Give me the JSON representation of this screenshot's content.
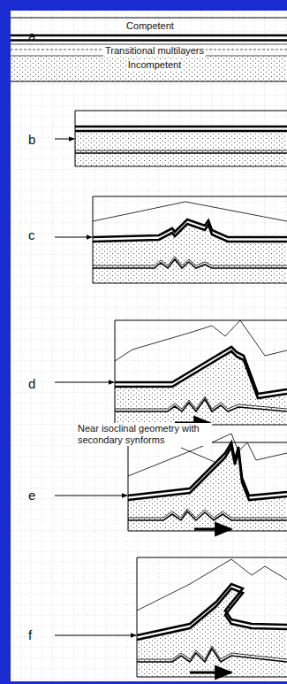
{
  "diagram": {
    "labels": [
      "Competent",
      "Transitional multilayers",
      "Incompetent",
      "a",
      "b",
      "c",
      "d",
      "e",
      "f",
      "Near isoclinal geometry with secondary synforms"
    ]
  }
}
